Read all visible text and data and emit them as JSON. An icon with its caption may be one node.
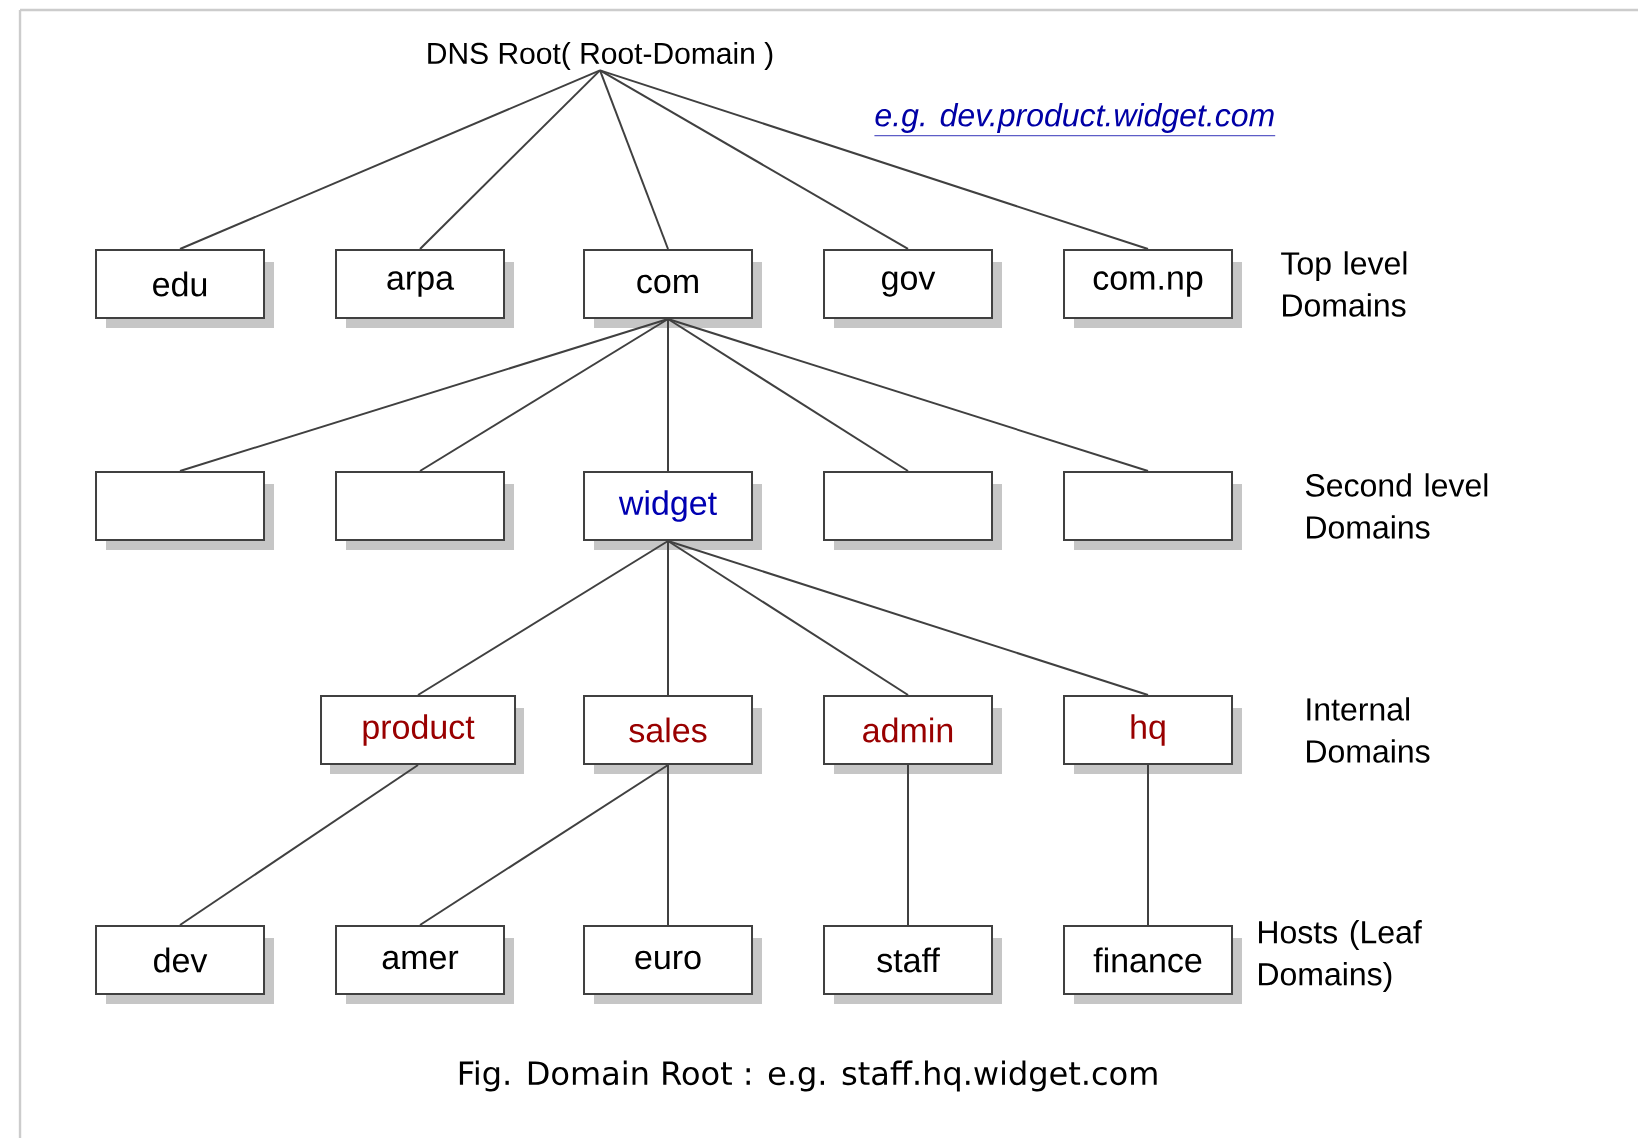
{
  "diagram": {
    "caption": "Fig. Domain Root : e.g. staff.hq.widget.com",
    "nodes": [
      {
        "text": [
          "DNS Root( Root-Domain )"
        ]
      },
      {
        "text": [
          "edu"
        ]
      },
      {
        "text": [
          "arpa"
        ]
      },
      {
        "text": [
          "com"
        ]
      },
      {
        "text": [
          "gov"
        ]
      },
      {
        "text": [
          "com.np"
        ]
      },
      {
        "text": [],
        "shape": "box"
      },
      {
        "text": [],
        "shape": "box"
      },
      {
        "text": [
          "widget"
        ]
      },
      {
        "text": [],
        "shape": "box"
      },
      {
        "text": [],
        "shape": "box"
      },
      {
        "text": [
          "product"
        ]
      },
      {
        "text": [
          "sales"
        ]
      },
      {
        "text": [
          "admin"
        ]
      },
      {
        "text": [
          "hq"
        ]
      },
      {
        "text": [
          "dev"
        ]
      },
      {
        "text": [
          "amer"
        ]
      },
      {
        "text": [
          "euro"
        ]
      },
      {
        "text": [
          "staff"
        ]
      },
      {
        "text": [
          "finance"
        ]
      }
    ],
    "edges": [
      {
        "from": 0,
        "to": 1,
        "arrow": "none"
      },
      {
        "from": 0,
        "to": 2,
        "arrow": "none"
      },
      {
        "from": 0,
        "to": 3,
        "arrow": "none"
      },
      {
        "from": 0,
        "to": 4,
        "arrow": "none"
      },
      {
        "from": 0,
        "to": 5,
        "arrow": "none"
      },
      {
        "from": 3,
        "to": 6,
        "arrow": "none"
      },
      {
        "from": 3,
        "to": 7,
        "arrow": "none"
      },
      {
        "from": 3,
        "to": 8,
        "arrow": "none"
      },
      {
        "from": 3,
        "to": 9,
        "arrow": "none"
      },
      {
        "from": 3,
        "to": 10,
        "arrow": "none"
      },
      {
        "from": 8,
        "to": 11,
        "arrow": "none"
      },
      {
        "from": 8,
        "to": 12,
        "arrow": "none"
      },
      {
        "from": 8,
        "to": 13,
        "arrow": "none"
      },
      {
        "from": 8,
        "to": 14,
        "arrow": "none"
      },
      {
        "from": 11,
        "to": 15,
        "arrow": "none"
      },
      {
        "from": 12,
        "to": 16,
        "arrow": "none"
      },
      {
        "from": 12,
        "to": 17,
        "arrow": "none"
      },
      {
        "from": 13,
        "to": 18,
        "arrow": "none"
      },
      {
        "from": 14,
        "to": 19,
        "arrow": "none"
      }
    ],
    "labels": [
      "e.g. dev.product.widget.com",
      "Top level Domains",
      "Second level Domains",
      "Internal Domains",
      "Hosts (Leaf Domains)"
    ]
  }
}
